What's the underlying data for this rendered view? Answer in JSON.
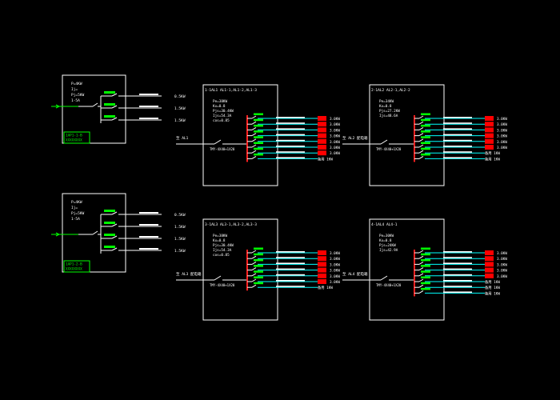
{
  "colors": {
    "background": "#000000",
    "frame": "#ffffff",
    "label": "#ffffff",
    "feeder_line": "#00ffff",
    "busbar": "#ff2020",
    "breaker_green": "#00ff00",
    "load_block": "#ff0000",
    "params_green": "#00ff00"
  },
  "meter_boxes": [
    {
      "info_lines": [
        "P=4KW",
        "Ij=",
        "Pj=5KW",
        "1-5A"
      ],
      "tag_lines": [
        "1AP1-1-B",
        "XXXXXXXX"
      ],
      "outputs": [
        {
          "label": "0.5KW"
        },
        {
          "label": "1.5KW"
        },
        {
          "label": "1.5KW"
        }
      ]
    },
    {
      "info_lines": [
        "P=4KW",
        "Ij=",
        "Pj=5KW",
        "1-5A"
      ],
      "tag_lines": [
        "1AP1-2-B",
        "XXXXXXXX"
      ],
      "outputs": [
        {
          "label": "0.5KW"
        },
        {
          "label": "1.5KW"
        },
        {
          "label": "1.5KW"
        },
        {
          "label": "1.5KW"
        }
      ]
    }
  ],
  "panels": [
    {
      "title": "1-1AL1 AL1-1,AL1-2,AL1-3",
      "incoming": "至 AL1",
      "breaker_text": "TMY-4X40+1X20",
      "params": [
        "Pe=38KW",
        "Kx=0.8",
        "Pjs=30.4KW",
        "Ijs=54.3A",
        "cos=0.85"
      ],
      "circuits": [
        {
          "load": "3.0KW"
        },
        {
          "load": "3.0KW"
        },
        {
          "load": "3.0KW"
        },
        {
          "load": "3.0KW"
        },
        {
          "load": "3.0KW"
        },
        {
          "load": "3.0KW"
        },
        {
          "load": "3.0KW"
        },
        {
          "load": "备用 1KW",
          "spare": true
        }
      ]
    },
    {
      "title": "2-1AL2 AL2-1,AL2-2",
      "incoming": "至 AL2 配电箱",
      "breaker_text": "TMY-4X40+1X20",
      "params": [
        "Pe=34KW",
        "Kx=0.8",
        "Pjs=27.2KW",
        "Ijs=48.6A"
      ],
      "circuits": [
        {
          "load": "3.0KW"
        },
        {
          "load": "3.0KW"
        },
        {
          "load": "3.0KW"
        },
        {
          "load": "3.0KW"
        },
        {
          "load": "3.0KW"
        },
        {
          "load": "3.0KW"
        },
        {
          "load": "备用 1KW",
          "spare": true
        },
        {
          "load": "备用 1KW",
          "spare": true
        }
      ]
    },
    {
      "title": "3-1AL3 AL3-1,AL3-2,AL3-3",
      "incoming": "至 AL3 配电箱",
      "breaker_text": "TMY-4X40+1X20",
      "params": [
        "Pe=38KW",
        "Kx=0.8",
        "Pjs=30.4KW",
        "Ijs=54.3A",
        "cos=0.85"
      ],
      "circuits": [
        {
          "load": "3.0KW"
        },
        {
          "load": "3.0KW"
        },
        {
          "load": "3.0KW"
        },
        {
          "load": "3.0KW"
        },
        {
          "load": "3.0KW"
        },
        {
          "load": "3.0KW"
        },
        {
          "load": "备用 1KW",
          "spare": true
        }
      ]
    },
    {
      "title": "4-1AL4 AL4-1",
      "incoming": "至 AL4 配电箱",
      "breaker_text": "TMY-4X40+1X20",
      "params": [
        "Pe=30KW",
        "Kx=0.8",
        "Pjs=24KW",
        "Ijs=42.9A"
      ],
      "circuits": [
        {
          "load": "3.0KW"
        },
        {
          "load": "3.0KW"
        },
        {
          "load": "3.0KW"
        },
        {
          "load": "3.0KW"
        },
        {
          "load": "3.0KW"
        },
        {
          "load": "备用 1KW",
          "spare": true
        },
        {
          "load": "备用 1KW",
          "spare": true
        },
        {
          "load": "备用 1KW",
          "spare": true
        }
      ]
    }
  ]
}
